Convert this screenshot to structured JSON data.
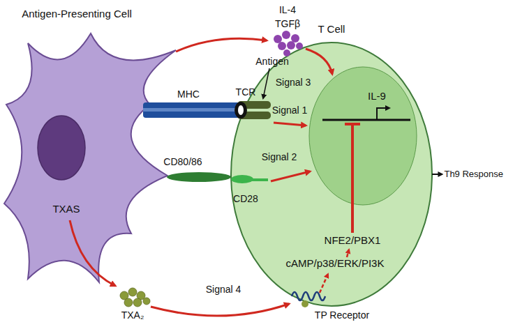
{
  "diagram": {
    "nodes": [
      {
        "text": [
          "Antigen-Presenting Cell",
          "TXAS"
        ]
      },
      {
        "text": [
          "T Cell",
          "NFE2/PBX1",
          "cAMP/p38/ERK/PI3K"
        ]
      },
      {
        "text": [
          "IL-9"
        ],
        "in": 1
      }
    ],
    "labels": [
      "IL-4",
      "TGFβ",
      "Signal 3",
      "Antigen",
      "MHC",
      "TCR",
      "Signal 1",
      "Signal 2",
      "CD80/86",
      "CD28",
      "TXA₂",
      "Signal 4",
      "TP Receptor",
      "Th9 Response"
    ]
  }
}
